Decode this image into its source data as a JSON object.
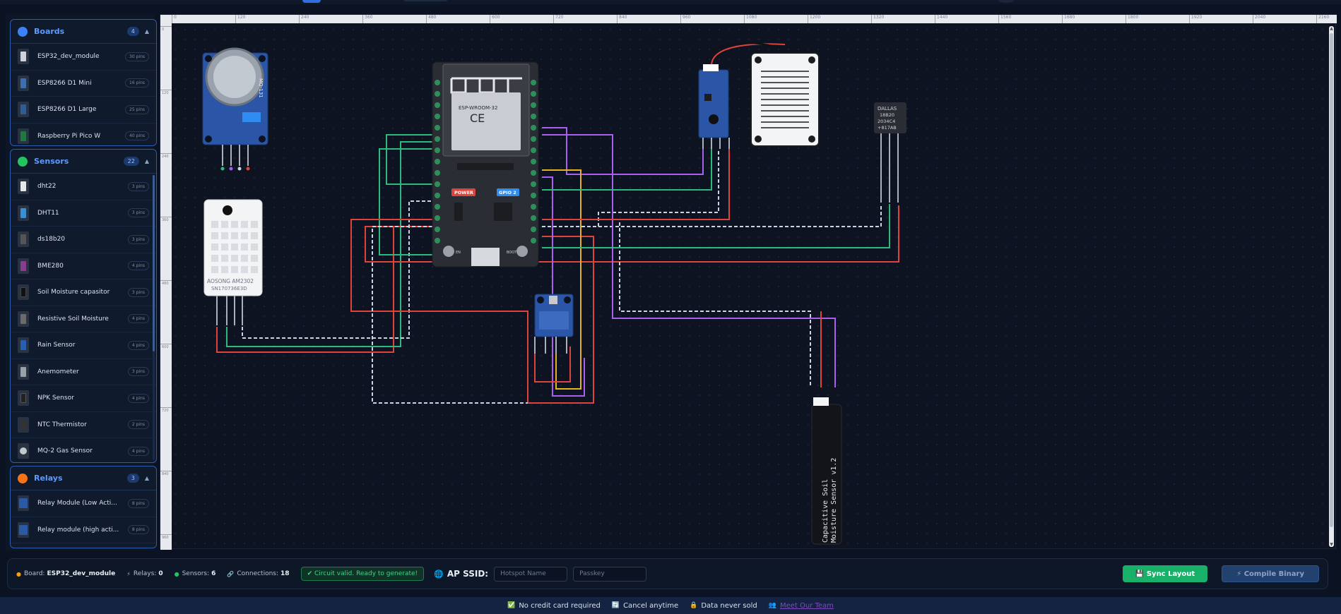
{
  "sidebar": {
    "groups": [
      {
        "title": "Boards",
        "count": "4",
        "color": "#3b82f6",
        "items": [
          {
            "name": "ESP32_dev_module",
            "pins": "30 pins"
          },
          {
            "name": "ESP8266 D1 Mini",
            "pins": "16 pins"
          },
          {
            "name": "ESP8266 D1 Large",
            "pins": "25 pins"
          },
          {
            "name": "Raspberry Pi Pico W",
            "pins": "40 pins"
          }
        ]
      },
      {
        "title": "Sensors",
        "count": "22",
        "color": "#22c55e",
        "items": [
          {
            "name": "dht22",
            "pins": "3 pins"
          },
          {
            "name": "DHT11",
            "pins": "3 pins"
          },
          {
            "name": "ds18b20",
            "pins": "3 pins"
          },
          {
            "name": "BME280",
            "pins": "4 pins"
          },
          {
            "name": "Soil Moisture capasitor",
            "pins": "3 pins"
          },
          {
            "name": "Resistive Soil Moisture",
            "pins": "4 pins"
          },
          {
            "name": "Rain Sensor",
            "pins": "4 pins"
          },
          {
            "name": "Anemometer",
            "pins": "3 pins"
          },
          {
            "name": "NPK Sensor",
            "pins": "4 pins"
          },
          {
            "name": "NTC Thermistor",
            "pins": "2 pins"
          },
          {
            "name": "MQ-2 Gas Sensor",
            "pins": "4 pins"
          }
        ]
      },
      {
        "title": "Relays",
        "count": "3",
        "color": "#f97316",
        "items": [
          {
            "name": "Relay Module (Low Acti...",
            "pins": "8 pins"
          },
          {
            "name": "Relay module (high acti...",
            "pins": "8 pins"
          }
        ]
      }
    ]
  },
  "canvas": {
    "ruler_h": [
      "0",
      "120",
      "240",
      "360",
      "480",
      "600",
      "720",
      "840",
      "960",
      "1080",
      "1200",
      "1320",
      "1440",
      "1560",
      "1680",
      "1800",
      "1920",
      "2040",
      "2160"
    ],
    "ruler_v": [
      "0",
      "120",
      "240",
      "360",
      "480",
      "600",
      "720",
      "840",
      "960"
    ],
    "components": {
      "mq": {
        "label": "MQ-131"
      },
      "dht": {
        "label1": "AOSONG AM2302",
        "label2": "SN170736E3D"
      },
      "esp32": {
        "module": "ESP-WROOM-32",
        "power": "POWER",
        "gpio": "GPIO 2",
        "en": "EN",
        "boot": "BOOT"
      },
      "ds18b20": {
        "line1": "DALLAS",
        "line2": "18B20",
        "line3": "2034C4",
        "line4": "+817AB"
      },
      "soil": {
        "line1": "Capacitive Soil",
        "line2": "Moisture Sensor v1.2"
      }
    }
  },
  "toolbar": {
    "board_label": "Board:",
    "board_value": "ESP32_dev_module",
    "relays_label": "Relays:",
    "relays_value": "0",
    "sensors_label": "Sensors:",
    "sensors_value": "6",
    "connections_label": "Connections:",
    "connections_value": "18",
    "valid_text": "Circuit valid. Ready to generate!",
    "ssid_label": "AP SSID:",
    "hotspot_placeholder": "Hotspot Name",
    "passkey_placeholder": "Passkey",
    "sync_label": "Sync Layout",
    "compile_label": "Compile Binary"
  },
  "footer": {
    "no_card": "No credit card required",
    "cancel": "Cancel anytime",
    "data": "Data never sold",
    "team": "Meet Our Team"
  },
  "colors": {
    "accent": "#3b82f6",
    "success": "#19b06a",
    "wire_red": "#e0433b",
    "wire_green": "#2dbb7d",
    "wire_purple": "#a95ff0",
    "wire_yellow": "#e6b422"
  }
}
